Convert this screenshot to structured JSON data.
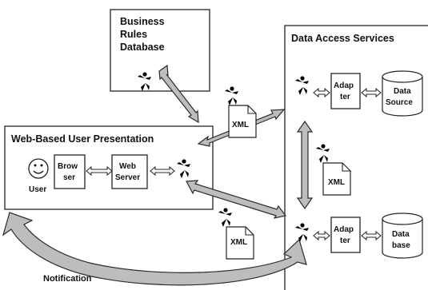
{
  "labels": {
    "business_rules_db": [
      "Business",
      "Rules",
      "Database"
    ],
    "data_access_services": "Data Access Services",
    "web_presentation": "Web-Based User Presentation",
    "user": "User",
    "browser": [
      "Brow",
      "ser"
    ],
    "web_server": [
      "Web",
      "Server"
    ],
    "adapter_top": [
      "Adap",
      "ter"
    ],
    "adapter_bottom": [
      "Adap",
      "ter"
    ],
    "data_source": [
      "Data",
      "Source"
    ],
    "database": [
      "Data",
      "base"
    ],
    "xml_1": "XML",
    "xml_2": "XML",
    "xml_3": "XML",
    "notification": "Notification"
  },
  "icons": {
    "agent": "running-agent-icon",
    "user": "smiley-face-icon",
    "document": "document-icon",
    "storage": "cylinder-database-icon"
  },
  "colors": {
    "arrow_fill": "#bdbdbd",
    "outline": "#222222",
    "background": "#ffffff"
  }
}
